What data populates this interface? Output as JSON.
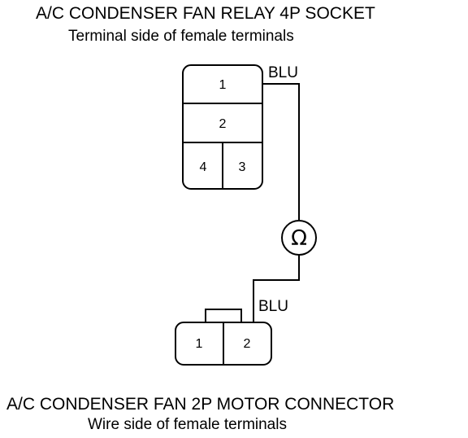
{
  "relay_socket": {
    "title": "A/C CONDENSER FAN RELAY 4P SOCKET",
    "subtitle": "Terminal side of female terminals",
    "terminals": [
      "1",
      "2",
      "4",
      "3"
    ]
  },
  "motor_connector": {
    "title": "A/C CONDENSER FAN 2P MOTOR CONNECTOR",
    "subtitle": "Wire side of female terminals",
    "terminals": [
      "1",
      "2"
    ]
  },
  "wires": {
    "top_label": "BLU",
    "bottom_label": "BLU"
  },
  "meter": {
    "symbol": "Ω"
  }
}
